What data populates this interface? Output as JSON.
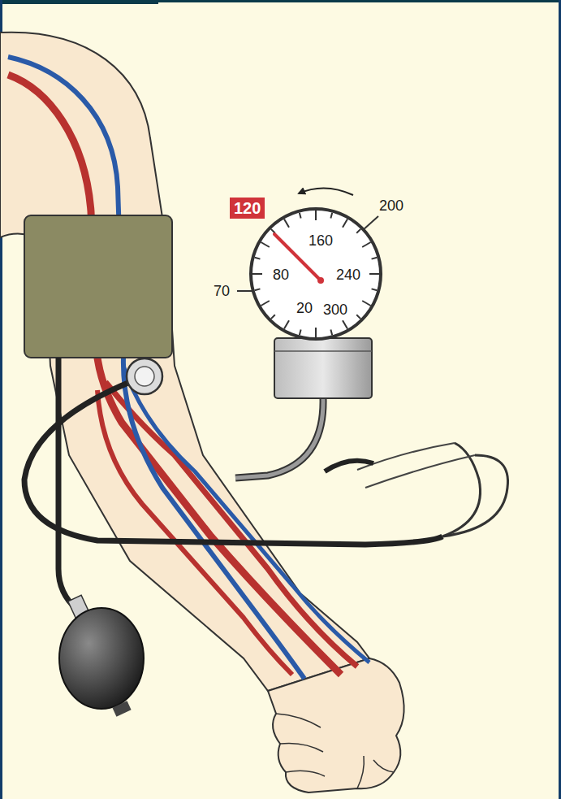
{
  "diagram": {
    "nodes": [
      {
        "text": [
          "120"
        ]
      }
    ],
    "labels": [
      "200",
      "160",
      "240",
      "80",
      "70",
      "20",
      "300"
    ]
  }
}
